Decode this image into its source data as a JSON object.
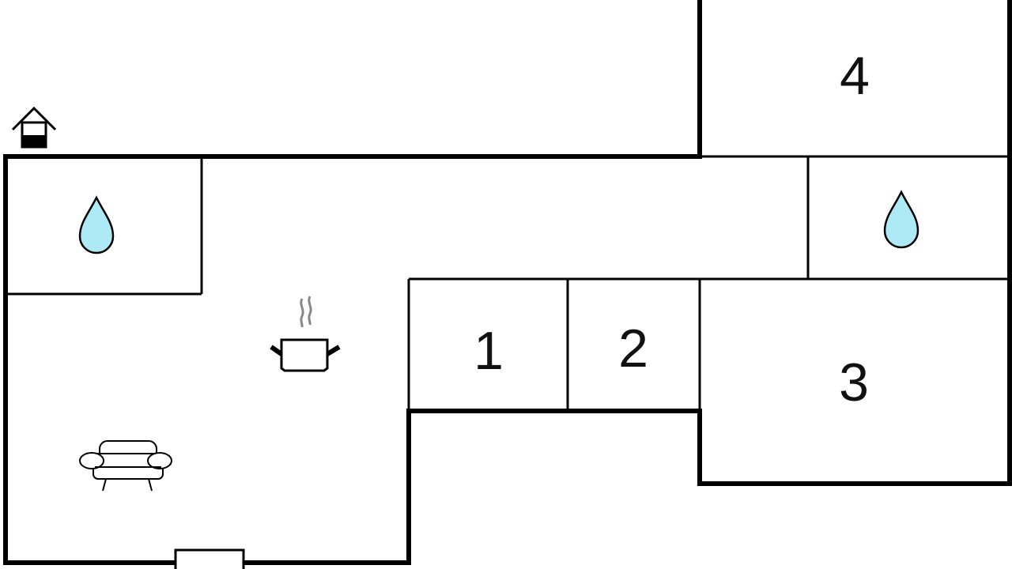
{
  "floorplan": {
    "rooms": [
      {
        "label": "1"
      },
      {
        "label": "2"
      },
      {
        "label": "3"
      },
      {
        "label": "4"
      }
    ],
    "icons": {
      "entrance": "house-entrance-icon",
      "bathroom": "water-drop-icon",
      "kitchen": "cooking-pot-icon",
      "living": "sofa-icon"
    },
    "colors": {
      "wall": "#000000",
      "water": "#aeeaf5",
      "steam": "#888888"
    }
  }
}
